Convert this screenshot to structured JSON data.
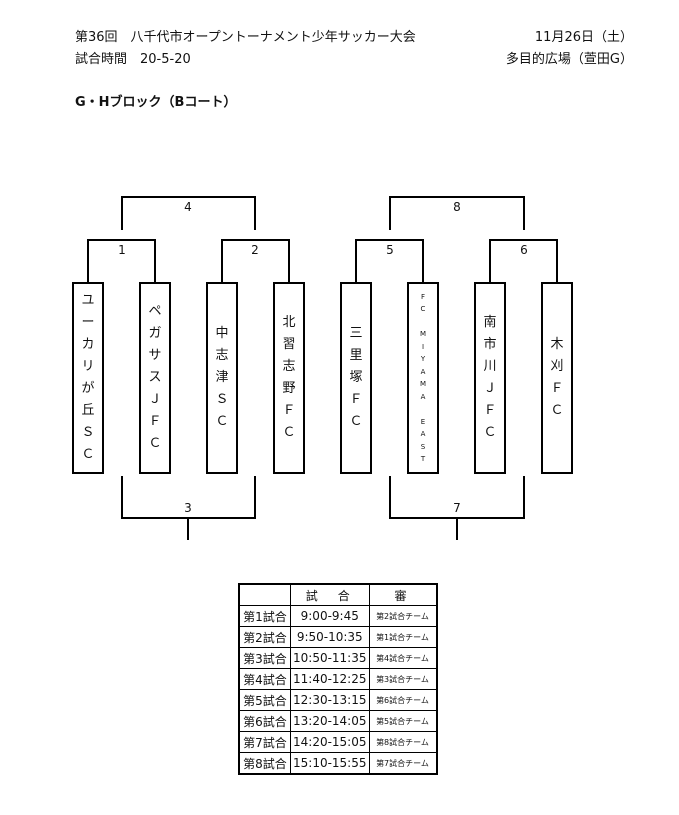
{
  "header": {
    "title": "第36回　八千代市オープントーナメント少年サッカー大会",
    "date": "11月26日（土）",
    "time_label": "試合時間　20-5-20",
    "venue": "多目的広場（萱田G）",
    "block": "G・Hブロック（Bコート）"
  },
  "bracket": {
    "match_numbers": {
      "m1": "1",
      "m2": "2",
      "m3": "3",
      "m4": "4",
      "m5": "5",
      "m6": "6",
      "m7": "7",
      "m8": "8"
    },
    "teams": [
      {
        "name": "ユーカリが丘ＳＣ",
        "chars": [
          "ユ",
          "ー",
          "カ",
          "リ",
          "が",
          "丘",
          "Ｓ",
          "Ｃ"
        ]
      },
      {
        "name": "ペガサスＪＦＣ",
        "chars": [
          "ペ",
          "ガ",
          "サ",
          "ス",
          "Ｊ",
          "Ｆ",
          "Ｃ"
        ]
      },
      {
        "name": "中志津ＳＣ",
        "chars": [
          "中",
          "志",
          "津",
          "Ｓ",
          "Ｃ"
        ]
      },
      {
        "name": "北習志野ＦＣ",
        "chars": [
          "北",
          "習",
          "志",
          "野",
          "Ｆ",
          "Ｃ"
        ]
      },
      {
        "name": "三里塚ＦＣ",
        "chars": [
          "三",
          "里",
          "塚",
          "Ｆ",
          "Ｃ"
        ]
      },
      {
        "name": "FC MIYAMA EAST",
        "chars": [
          "F",
          "C",
          " ",
          "M",
          "I",
          "Y",
          "A",
          "M",
          "A",
          " ",
          "E",
          "A",
          "S",
          "T"
        ]
      },
      {
        "name": "南市川ＪＦＣ",
        "chars": [
          "南",
          "市",
          "川",
          "Ｊ",
          "Ｆ",
          "Ｃ"
        ]
      },
      {
        "name": "木刈ＦＣ",
        "chars": [
          "木",
          "刈",
          "Ｆ",
          "Ｃ"
        ]
      }
    ]
  },
  "schedule": {
    "headers": [
      "",
      "試　合",
      "審"
    ],
    "rows": [
      {
        "game": "第1試合",
        "time": "9:00-9:45",
        "referee": "第2試合チーム"
      },
      {
        "game": "第2試合",
        "time": "9:50-10:35",
        "referee": "第1試合チーム"
      },
      {
        "game": "第3試合",
        "time": "10:50-11:35",
        "referee": "第4試合チーム"
      },
      {
        "game": "第4試合",
        "time": "11:40-12:25",
        "referee": "第3試合チーム"
      },
      {
        "game": "第5試合",
        "time": "12:30-13:15",
        "referee": "第6試合チーム"
      },
      {
        "game": "第6試合",
        "time": "13:20-14:05",
        "referee": "第5試合チーム"
      },
      {
        "game": "第7試合",
        "time": "14:20-15:05",
        "referee": "第8試合チーム"
      },
      {
        "game": "第8試合",
        "time": "15:10-15:55",
        "referee": "第7試合チーム"
      }
    ]
  }
}
